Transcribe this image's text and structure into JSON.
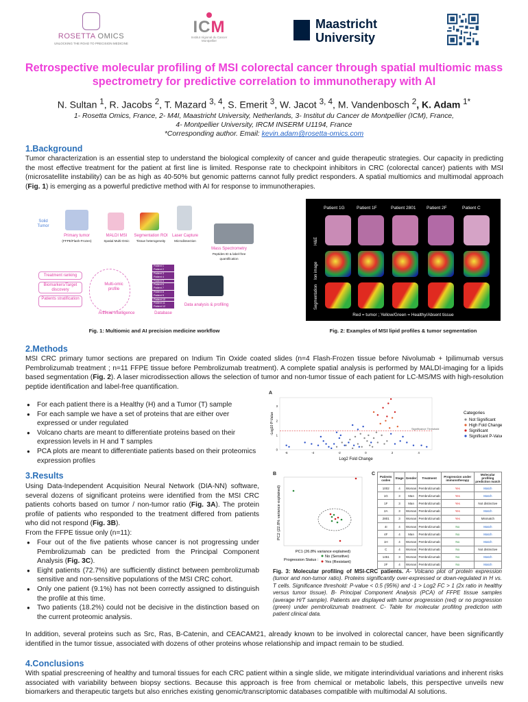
{
  "logos": {
    "rosetta_name_a": "ROSETTA",
    "rosetta_name_b": "OMICS",
    "rosetta_tagline": "UNLOCKING THE ROAD TO PRECISION MEDICINE",
    "icm_letters_a": "IC",
    "icm_letters_b": "M",
    "icm_sub": "Institut régional du Cancer Montpellier",
    "maastricht_line1": "Maastricht",
    "maastricht_line2": "University"
  },
  "title_line1": "Retrospective molecular profiling of MSI colorectal cancer through spatial multiomic mass",
  "title_line2": "spectrometry for predictive correlation to immunotherapy with AI",
  "authors": {
    "a1": "N. Sultan ",
    "a1s": "1",
    "a2": ", R. Jacobs ",
    "a2s": "2",
    "a3": ", T. Mazard ",
    "a3s": "3, 4",
    "a4": ", S. Emerit ",
    "a4s": "3",
    "a5": ", W. Jacot ",
    "a5s": "3, 4",
    "a6": ", M. Vandenbosch ",
    "a6s": "2",
    "a7": ", K. Adam ",
    "a7s": "1*"
  },
  "affiliations": {
    "line1": "1- Rosetta Omics, France, 2- M4I, Maastricht University, Netherlands, 3- Institut du Cancer de Montpellier (ICM), France,",
    "line2": "4- Montpellier University, IRCM INSERM U1194, France",
    "line3_prefix": "*Corresponding author. Email: ",
    "email": "kevin.adam@rosetta-omics.com"
  },
  "background": {
    "heading": "1.Background",
    "text_a": "Tumor characterization is an essential step to understand the biological complexity of cancer and guide therapeutic strategies. Our capacity in predicting the most effective treatment for the patient at first line is limited. Response rate to checkpoint inhibitors in CRC (colorectal cancer) patients with MSI (microsatellite instability) can be as high as 40-50% but genomic patterns cannot fully predict responders. A spatial multiomics and multimodal approach (",
    "text_b": "Fig. 1",
    "text_c": ") is emerging as a powerful predictive method with AI for response to immunotherapies."
  },
  "fig1": {
    "solid_tumor": "Solid Tumor",
    "primary_tumor": "Primary tumor",
    "primary_tumor_sub": "(FFPE/Flash-Frozen)",
    "maldi": "MALDI MSI",
    "maldi_sub": "Spatial Multi-Omic",
    "seg": "Segmentation ROI",
    "seg_sub": "Tissue heterogeneity",
    "laser": "Laser Capture",
    "laser_sub": "Microdissection",
    "mass_spec": "Mass Spectrometry",
    "mass_spec_sub": "Peptides ID & label-free quantification",
    "treatment": "Treatment ranking",
    "biomarkers": "Biomarkers/Target discovery",
    "patients_strat": "Patients stratification",
    "multiomic": "Multi-omic profile",
    "ai": "Artificial Intelligence",
    "database": "Database",
    "data_analysis": "Data analysis & profiling",
    "db_rows": [
      "Patient 1",
      "Patient 2",
      "Patient 3",
      "Patient 4",
      "Patient 5",
      "Patient 6",
      "Patient 7",
      "Patient 8",
      "Patient 9",
      "Patient 10",
      "Patient 11",
      "Patient 12"
    ],
    "caption": "Fig. 1: Multiomic and AI precision medicine workflow"
  },
  "fig2": {
    "patients": [
      "Patient 1G",
      "Patient  1F",
      "Patient 2801",
      "Patient 2F",
      "Patient C"
    ],
    "row_he": "H&E",
    "row_ion": "Ion image",
    "row_seg": "Segmentation",
    "legend": "Red = tumor   ;       Yellow/Green = Healthy/Absent tissue",
    "caption": "Fig. 2: Examples of MSI lipid profiles & tumor segmentation"
  },
  "methods": {
    "heading": "2.Methods",
    "text_a": "MSI CRC primary tumor sections are prepared on Indium Tin Oxide coated slides (n=4 Flash-Frozen tissue before Nivolumab + Ipilimumab versus Pembrolizumab treatment ; n=11 FFPE tissue before Pembrolizumab treatment). A complete spatial analysis is performed by MALDI-imaging for a lipids based segmentation (",
    "text_b": "Fig. 2",
    "text_c": "). A laser microdissection allows the selection of tumor and non-tumor tissue of each patient for LC-MS/MS with high-resolution peptide identification and label-free quantification.",
    "bullets": [
      "For each patient there is a Healthy (H) and a Tumor (T) sample",
      "For each sample we have a set of proteins that are either over expressed or under regulated",
      "Volcano charts are meant to differentiate proteins based on their expression levels in H and T samples",
      "PCA plots are meant to differentiate patients based on their proteomics expression profiles"
    ]
  },
  "volcano": {
    "panel": "A",
    "ylabel": "-Log10 P-Value",
    "xlabel": "Log2 Fold Change",
    "threshold_label": "Significance Threshold",
    "legend_title": "Categories",
    "legend": [
      "Not Significant",
      "High Fold Change",
      "Significant",
      "Significant P-Value"
    ],
    "legend_colors": [
      "#8a8a8a",
      "#e06030",
      "#d02020",
      "#2a50c8"
    ],
    "x_ticks": [
      "-6",
      "-4",
      "-2",
      "0",
      "2",
      "4"
    ],
    "y_ticks": [
      "0",
      "1",
      "2",
      "3"
    ]
  },
  "chart_data": {
    "type": "scatter",
    "title": "",
    "xlabel": "Log2 Fold Change",
    "ylabel": "-Log10 P-Value",
    "xlim": [
      -6.5,
      5
    ],
    "ylim": [
      0,
      3.6
    ],
    "threshold_y": 1.3,
    "series": [
      {
        "name": "Not Significant",
        "color": "#8a8a8a",
        "points": [
          [
            -2.2,
            0.2
          ],
          [
            -1.5,
            0.3
          ],
          [
            -1.0,
            0.1
          ],
          [
            -0.6,
            0.4
          ],
          [
            -0.3,
            0.2
          ],
          [
            0.1,
            0.6
          ],
          [
            0.3,
            0.3
          ],
          [
            0.6,
            0.8
          ],
          [
            0.9,
            0.5
          ],
          [
            1.2,
            1.0
          ],
          [
            -0.8,
            0.9
          ],
          [
            -0.4,
            1.1
          ],
          [
            0.2,
            1.0
          ],
          [
            0.5,
            0.2
          ],
          [
            1.4,
            0.4
          ],
          [
            -1.8,
            0.5
          ],
          [
            -1.2,
            0.7
          ],
          [
            0.8,
            1.2
          ],
          [
            -0.1,
            0.8
          ],
          [
            1.6,
            0.6
          ]
        ]
      },
      {
        "name": "High Fold Change",
        "color": "#e06030",
        "points": [
          [
            1.5,
            2.0
          ],
          [
            1.8,
            1.5
          ],
          [
            2.0,
            2.2
          ],
          [
            2.4,
            1.6
          ],
          [
            1.1,
            1.8
          ],
          [
            0.6,
            2.6
          ]
        ]
      },
      {
        "name": "Significant",
        "color": "#d02020",
        "points": [
          [
            1.9,
            3.5
          ],
          [
            1.7,
            3.2
          ],
          [
            2.2,
            2.6
          ],
          [
            1.3,
            2.9
          ],
          [
            0.9,
            2.4
          ],
          [
            1.6,
            2.3
          ]
        ]
      },
      {
        "name": "Significant P-Value",
        "color": "#2a50c8",
        "points": [
          [
            -6.0,
            0.3
          ],
          [
            -5.8,
            0.2
          ],
          [
            -4.6,
            0.5
          ],
          [
            -4.1,
            0.4
          ],
          [
            -3.6,
            0.3
          ],
          [
            -3.2,
            0.6
          ],
          [
            -2.8,
            0.2
          ],
          [
            -2.4,
            0.4
          ],
          [
            -2.0,
            0.8
          ],
          [
            -1.6,
            0.3
          ],
          [
            -2.6,
            0.1
          ],
          [
            -3.0,
            0.4
          ],
          [
            -1.3,
            0.5
          ],
          [
            -0.9,
            0.3
          ],
          [
            -0.6,
            1.4
          ],
          [
            -0.2,
            1.6
          ],
          [
            0.4,
            0.5
          ],
          [
            1.9,
            1.1
          ],
          [
            2.2,
            0.4
          ],
          [
            2.6,
            0.6
          ],
          [
            3.1,
            0.5
          ],
          [
            3.6,
            0.3
          ],
          [
            4.2,
            0.3
          ],
          [
            4.6,
            0.2
          ],
          [
            2.8,
            0.9
          ],
          [
            -1.9,
            1.0
          ],
          [
            -2.2,
            1.2
          ],
          [
            -0.5,
            0.2
          ],
          [
            -3.4,
            0.9
          ],
          [
            -1.0,
            1.7
          ]
        ]
      }
    ]
  },
  "results": {
    "heading": "3.Results",
    "p1_a": "Using Data-Independent Acquisition Neural Network (DIA-NN) software, several dozens of significant proteins were identified from the MSI CRC patients cohorts based on tumor / non-tumor ratio (",
    "p1_b": "Fig. 3A",
    "p1_c": "). The protein profile of patients who responded to the treatment differed from patients who did not respond (",
    "p1_d": "Fig. 3B",
    "p1_e": ").",
    "p2": "From the FFPE tissue only (n=11):",
    "b1_a": "Four out of the five patients whose cancer is not progressing under Pembrolizumab can be predicted from the Principal Component Analysis (",
    "b1_b": "Fig. 3C",
    "b1_c": ").",
    "b2": "Eight patients (72.7%) are sufficiently distinct between pembrolizumab sensitive and non-sensitive populations of the MSI CRC cohort.",
    "b3": "Only one patient (9.1%) has not been correctly assigned to distinguish the profile at this time.",
    "b4": "Two patients (18.2%) could not be decisive in the distinction based on the current proteomic analysis.",
    "closing": "In addition, several proteins such as Src, Ras, B-Catenin, and CEACAM21, already known to be involved in colorectal cancer, have been significantly identified in the tumor tissue, associated with dozens of other proteins whose relationship and impact remain to be studied."
  },
  "pca": {
    "panel": "B",
    "xlabel": "PC1 (26.8% variance explained)",
    "ylabel": "PC2 (22.8% variance explained)",
    "status_label": "Progression Status :",
    "legend_no": "No (Sensitive)",
    "legend_yes": "Yes (Resistant)"
  },
  "table": {
    "panel": "C",
    "headers": [
      "Patients codes",
      "Stage",
      "Gender",
      "Treatment",
      "Progression under immunotherapy",
      "Molecular profiling prediction match"
    ],
    "rows": [
      [
        "1002",
        "4",
        "Woman",
        "Pembrolizumab",
        "Yes",
        "Match"
      ],
      [
        "1G",
        "3",
        "Man",
        "Pembrolizumab",
        "Yes",
        "Match"
      ],
      [
        "1F",
        "3",
        "Man",
        "Pembrolizumab",
        "Yes",
        "Not distinctive"
      ],
      [
        "2A",
        "3",
        "Woman",
        "Pembrolizumab",
        "Yes",
        "Match"
      ],
      [
        "2801",
        "3",
        "Woman",
        "Pembrolizumab",
        "Yes",
        "Mismatch"
      ],
      [
        "4I",
        "4",
        "Woman",
        "Pembrolizumab",
        "No",
        "Match"
      ],
      [
        "4F",
        "4",
        "Man",
        "Pembrolizumab",
        "No",
        "Match"
      ],
      [
        "1H",
        "4",
        "Woman",
        "Pembrolizumab",
        "No",
        "Match"
      ],
      [
        "C",
        "4",
        "Woman",
        "Pembrolizumab",
        "No",
        "Not distinctive"
      ],
      [
        "1451",
        "3",
        "Woman",
        "Pembrolizumab",
        "No",
        "Match"
      ],
      [
        "2F",
        "4",
        "Woman",
        "Pembrolizumab",
        "No",
        "Match"
      ]
    ]
  },
  "fig3": {
    "cap_bold": "Fig. 3: Molecular profiling of MSI-CRC patients.",
    "cap_rest": " A- Volcano plot of protein expression (tumor and non-tumor ratio). Proteins significantly over-expressed or down-regulated in H vs. T cells. Significance threshold: P-value < 0.5 (95%) and -1 > Log2 FC > 1 (2x ratio in healthy versus tumor tissue). B- Principal Component Analysis (PCA) of FFPE tissue samples (average H/T sample). Patients are displayed with tumor progression (red) or no progression (green) under pembrolizumab treatment. C- Table for molecular profiling prediction with patient clinical data."
  },
  "conclusions": {
    "heading": "4.Conclusions",
    "text": "With spatial prescreening of healthy and tumoral tissues for each CRC patient within a single slide, we mitigate interindividual variations and inherent risks associated with variability between biopsy sections. Because this approach is free from chemical or metabolic labels, this perspective unveils new biomarkers and therapeutic targets but also enriches existing genomic/transcriptomic databases compatible with multimodal AI solutions."
  }
}
